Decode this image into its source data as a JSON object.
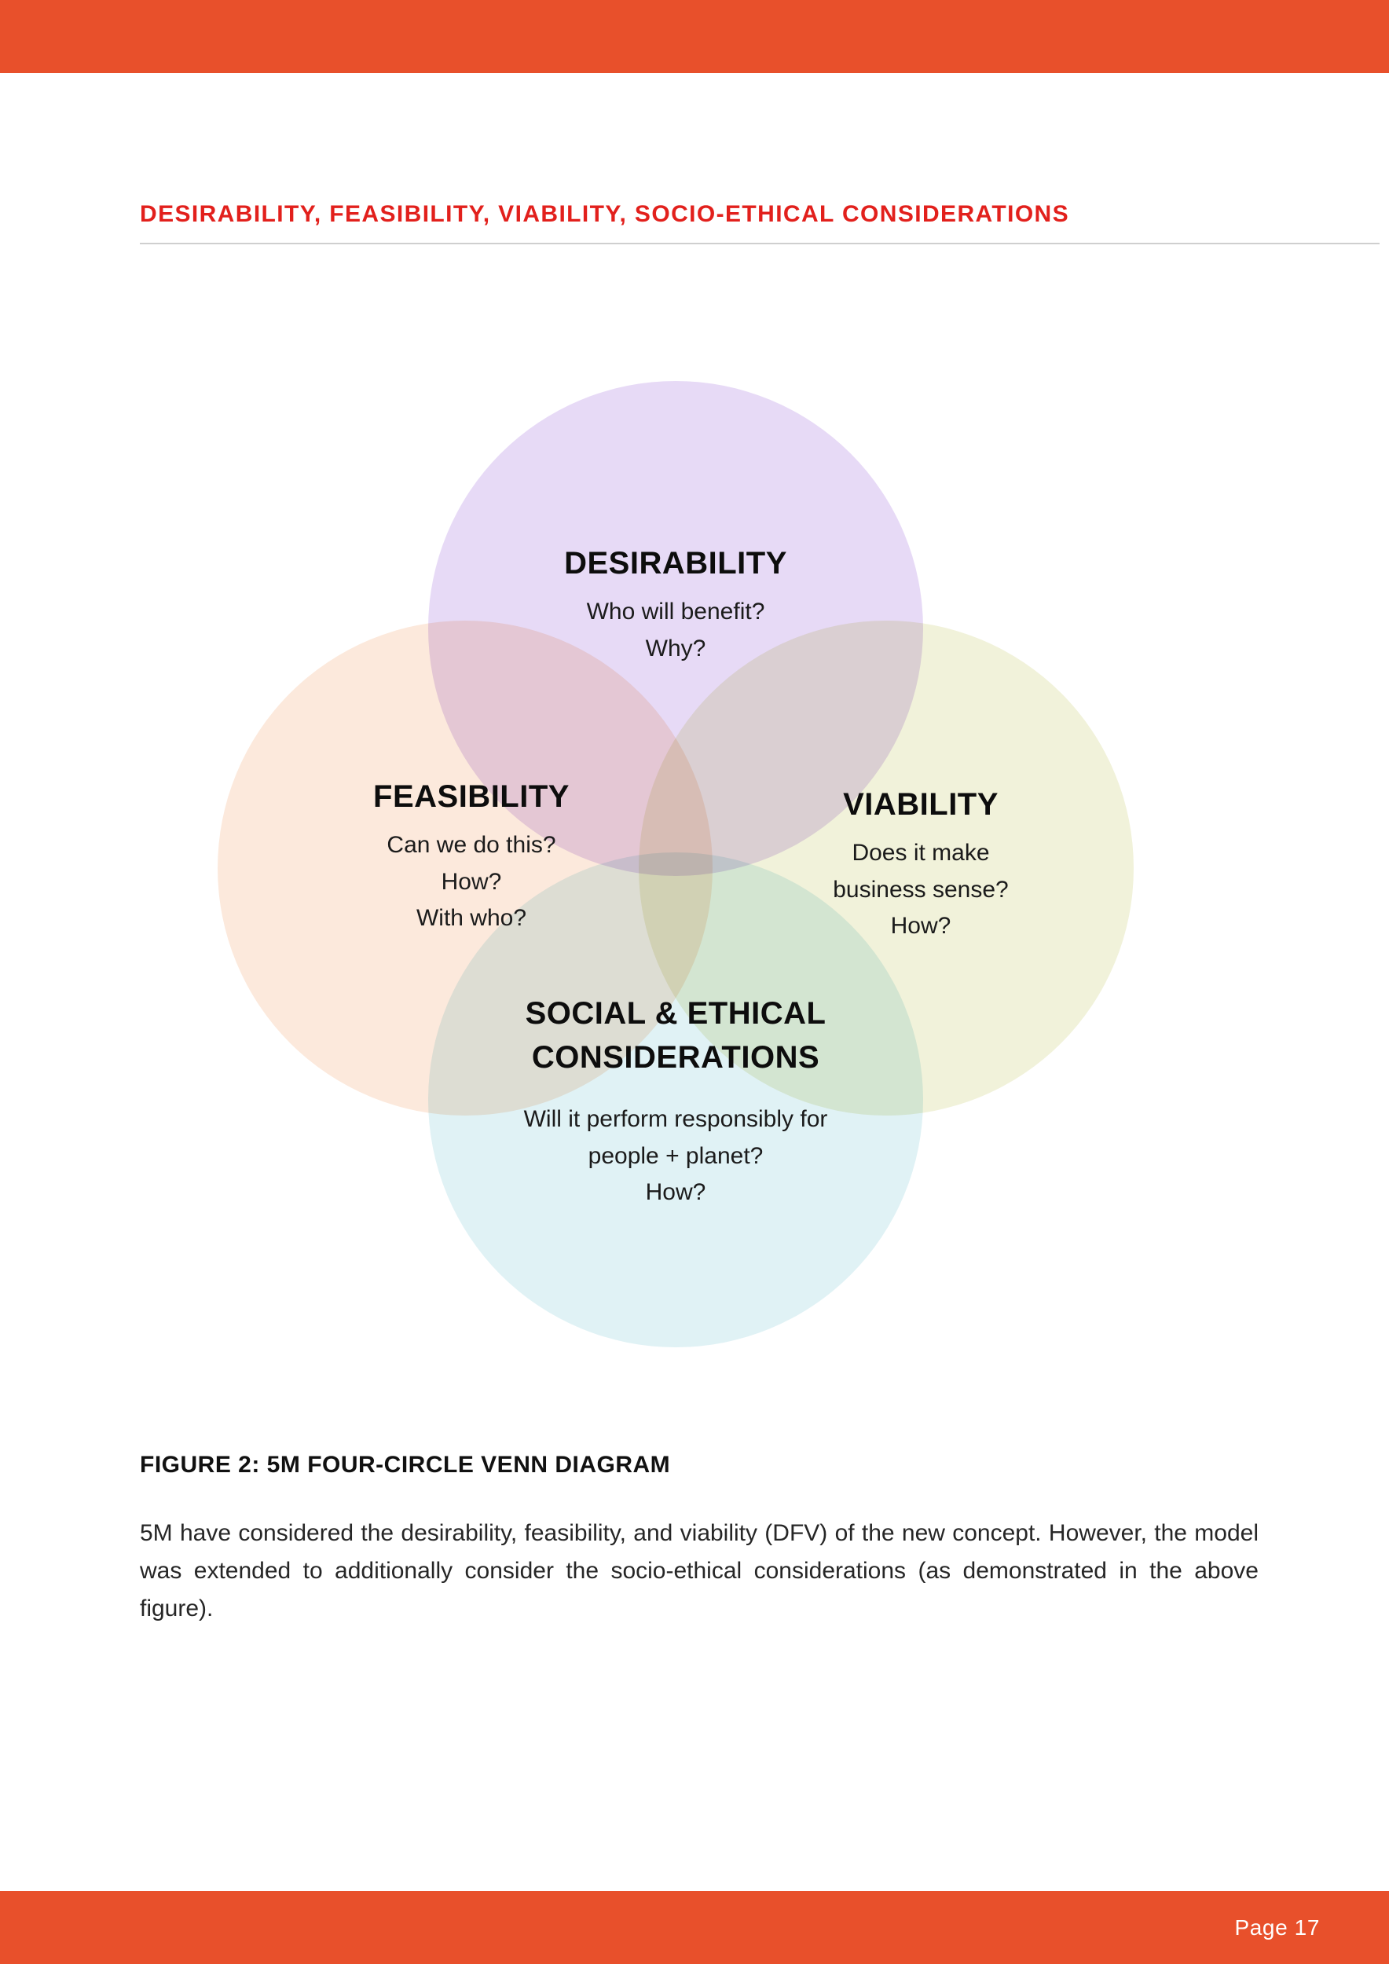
{
  "page": {
    "accent_color": "#e8502b",
    "background_color": "#ffffff"
  },
  "header": {
    "title": "DESIRABILITY, FEASIBILITY, VIABILITY, SOCIO-ETHICAL CONSIDERATIONS",
    "title_color": "#e2201c"
  },
  "venn": {
    "desirability": {
      "title": "DESIRABILITY",
      "line1": "Who will benefit?",
      "line2": "Why?",
      "color": "#e7daf6"
    },
    "feasibility": {
      "title": "FEASIBILITY",
      "line1": "Can we do this?",
      "line2": "How?",
      "line3": "With who?",
      "color": "#fce9dc"
    },
    "viability": {
      "title": "VIABILITY",
      "line1": "Does it make",
      "line2": "business sense?",
      "line3": "How?",
      "color": "#f1f2da"
    },
    "social": {
      "title_line1": "SOCIAL & ETHICAL",
      "title_line2": "CONSIDERATIONS",
      "line1": "Will it perform responsibly for",
      "line2": "people + planet?",
      "line3": "How?",
      "color": "#e0f2f5"
    }
  },
  "figure": {
    "caption": "FIGURE 2: 5M FOUR-CIRCLE VENN DIAGRAM",
    "body": "5M have considered the desirability, feasibility, and viability (DFV) of the new concept. However, the model was extended to additionally consider the socio-ethical considerations (as demonstrated in the above figure)."
  },
  "footer": {
    "page_label": "Page 17"
  }
}
